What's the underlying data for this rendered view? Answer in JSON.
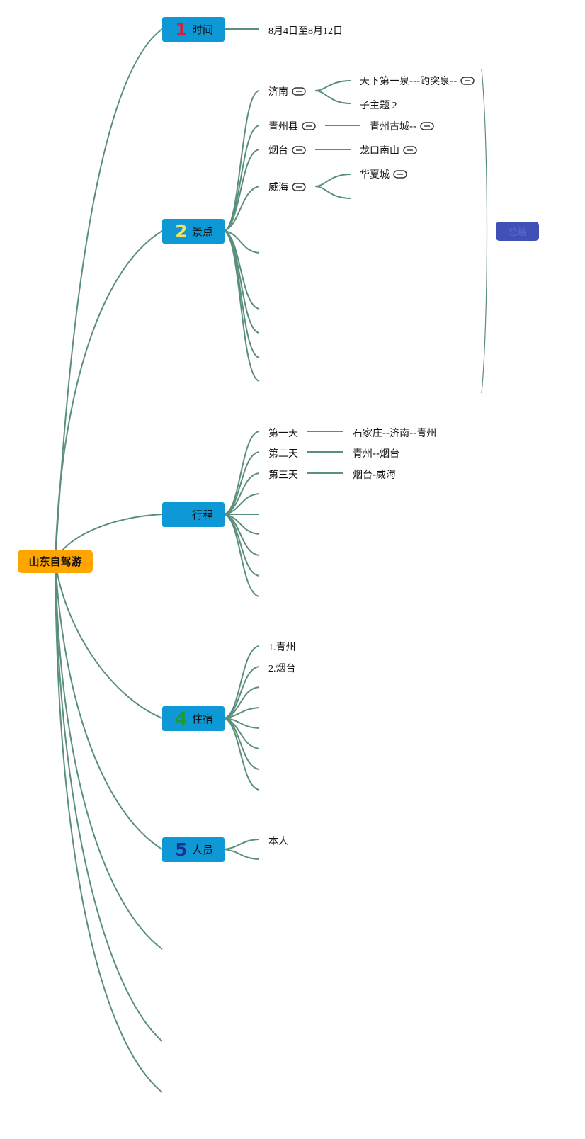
{
  "mindmap": {
    "root": "山东自驾游",
    "branches": [
      {
        "num": "1",
        "num_color": "#d81e34",
        "label": "时间"
      },
      {
        "num": "2",
        "num_color": "#f5e15c",
        "label": "景点"
      },
      {
        "num": "",
        "num_color": "#0f98d6",
        "label": "行程"
      },
      {
        "num": "4",
        "num_color": "#1d9b3a",
        "label": "住宿"
      },
      {
        "num": "5",
        "num_color": "#1c2f8f",
        "label": "人员"
      }
    ],
    "time": {
      "value": "8月4日至8月12日"
    },
    "spots": [
      {
        "city": "济南",
        "children": [
          "天下第一泉---趵突泉--",
          "子主题 2"
        ]
      },
      {
        "city": "青州县",
        "children": [
          "青州古城--"
        ]
      },
      {
        "city": "烟台",
        "children": [
          "龙口南山"
        ]
      },
      {
        "city": "威海",
        "children": [
          "华夏城"
        ]
      }
    ],
    "itinerary": [
      {
        "day": "第一天",
        "route": "石家庄--济南--青州"
      },
      {
        "day": "第二天",
        "route": "青州--烟台"
      },
      {
        "day": "第三天",
        "route": "烟台-威海"
      }
    ],
    "lodging": [
      "1.青州",
      "2.烟台"
    ],
    "people": [
      "本人"
    ],
    "summary": {
      "label": "总结"
    }
  },
  "colors": {
    "line": "#5a8f7b",
    "branch": "#0f98d6",
    "root": "#ffa500",
    "summary": "#3f51b5"
  },
  "icons": {
    "link": "link-icon"
  }
}
